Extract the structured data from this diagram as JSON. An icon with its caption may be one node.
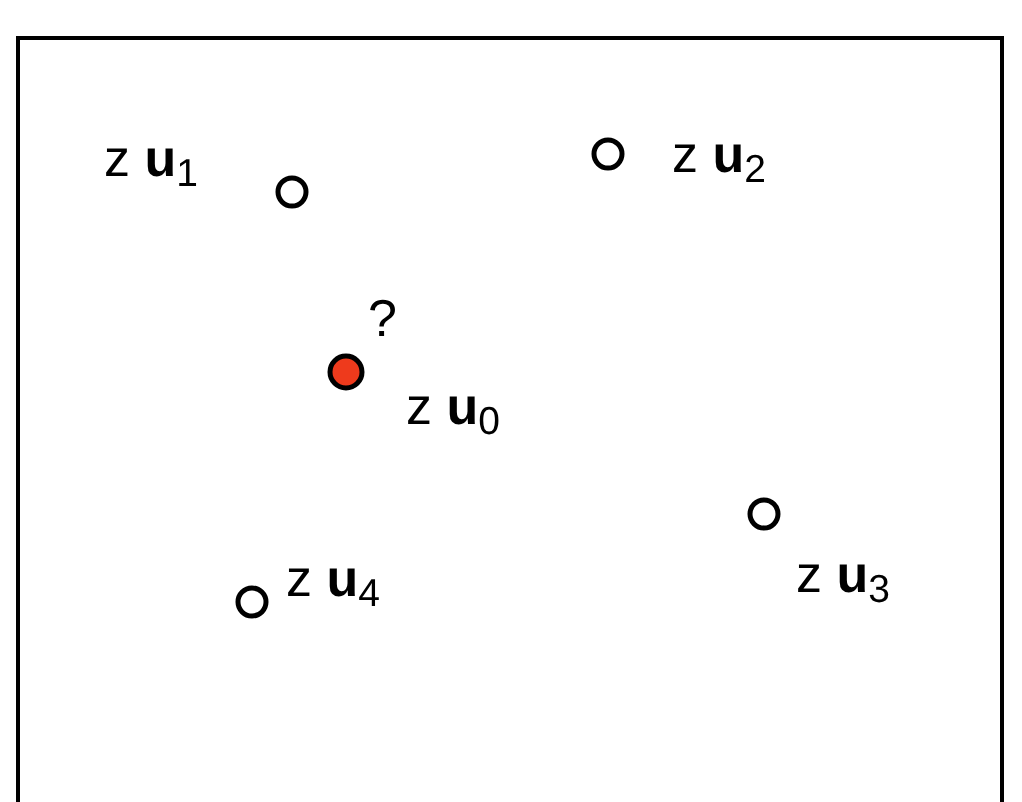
{
  "diagram": {
    "nodes": [
      {
        "text": [],
        "shape": "circle",
        "beside": [
          "z **u**$_{1}$"
        ]
      },
      {
        "text": [],
        "shape": "circle",
        "beside": [
          "z **u**$_{2}$"
        ]
      },
      {
        "text": [],
        "shape": "circle",
        "beside": [
          "?",
          "z **u**$_{0}$"
        ]
      },
      {
        "text": [],
        "shape": "circle",
        "beside": [
          "z **u**$_{3}$"
        ]
      },
      {
        "text": [],
        "shape": "circle",
        "beside": [
          "z **u**$_{4}$"
        ]
      }
    ]
  }
}
